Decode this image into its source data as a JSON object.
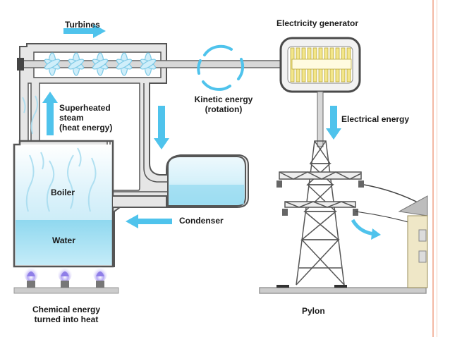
{
  "labels": {
    "turbines": "Turbines",
    "generator": "Electricity generator",
    "kinetic": "Kinetic energy\n(rotation)",
    "steam": "Superheated\nsteam\n(heat energy)",
    "electrical": "Electrical energy",
    "boiler": "Boiler",
    "water": "Water",
    "condenser": "Condenser",
    "chemical": "Chemical energy\nturned into heat",
    "pylon": "Pylon"
  },
  "colors": {
    "pipe_outline": "#555555",
    "pipe_fill": "#e8e8e8",
    "water": "#7fd3ec",
    "steam": "#cfeef9",
    "arrow": "#4fc3ec",
    "flame": "#8f7ee8",
    "border_accent": "#f4b9a4"
  }
}
